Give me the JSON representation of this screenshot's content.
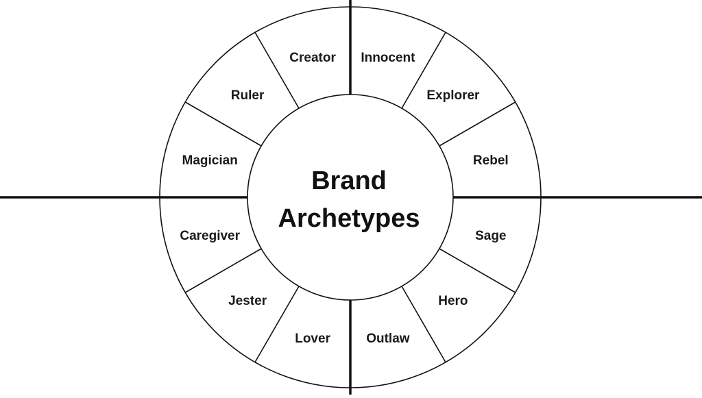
{
  "diagram": {
    "title_lines": [
      "Brand",
      "Archetypes"
    ],
    "archetypes": [
      "Innocent",
      "Explorer",
      "Rebel",
      "Sage",
      "Hero",
      "Outlaw",
      "Lover",
      "Jester",
      "Caregiver",
      "Magician",
      "Ruler",
      "Creator"
    ],
    "colors": {
      "line": "#111111",
      "background": "#ffffff",
      "text": "#1a1a1a"
    }
  }
}
